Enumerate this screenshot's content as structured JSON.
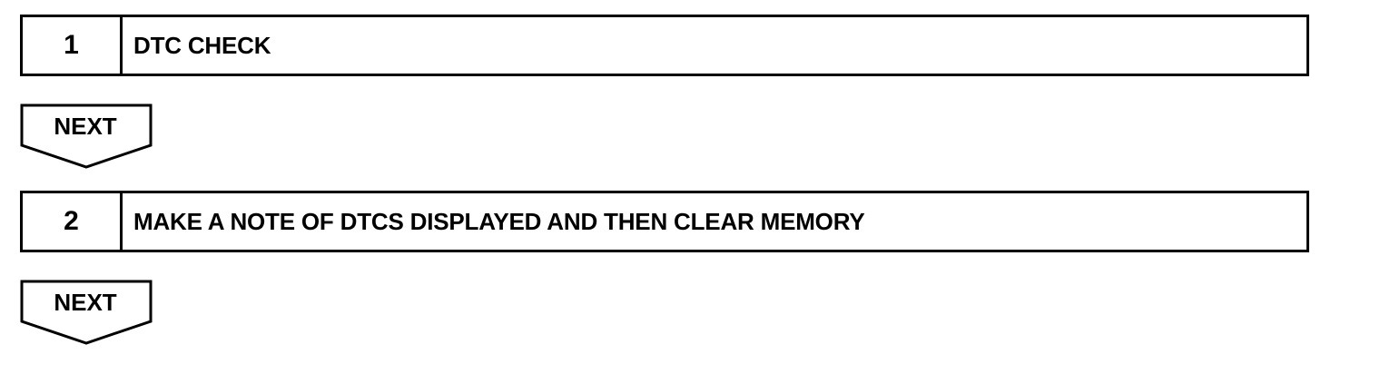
{
  "steps": [
    {
      "number": "1",
      "title": "DTC CHECK"
    },
    {
      "number": "2",
      "title": "MAKE A NOTE OF DTCS DISPLAYED AND THEN CLEAR MEMORY"
    }
  ],
  "next_arrows": [
    {
      "label": "NEXT"
    },
    {
      "label": "NEXT"
    }
  ],
  "colors": {
    "stroke": "#000000",
    "background": "#ffffff"
  }
}
